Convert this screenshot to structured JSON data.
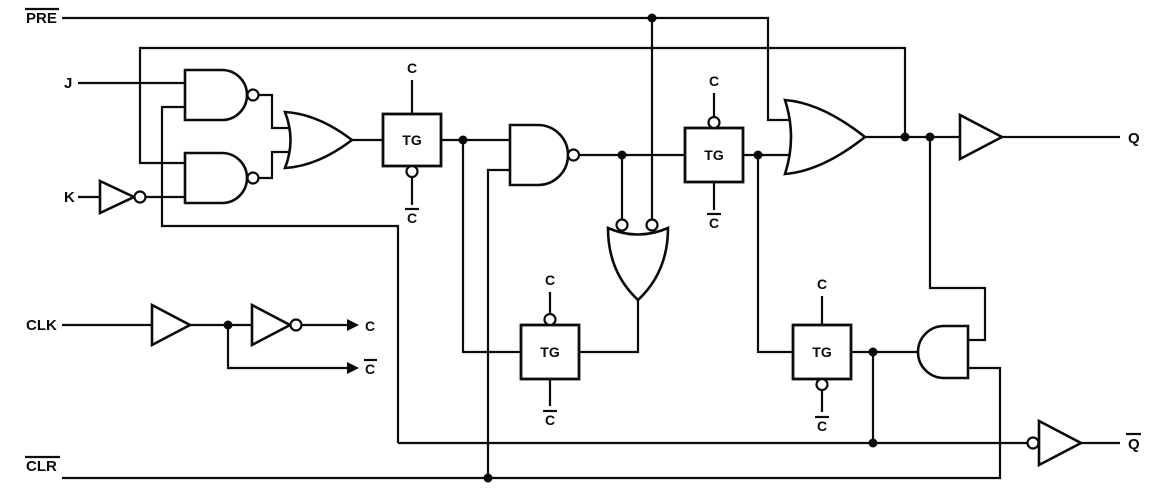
{
  "diagram": {
    "type": "logic-schematic",
    "description": "Master-slave J-K flip-flop logic diagram built from NAND gates, NOR/OR gates, buffers and four transmission gates (TG), with active-low preset (PRE) and clear (CLR).",
    "colors": {
      "line": "#0b0b0b",
      "background": "#ffffff"
    },
    "labels": {
      "pre": "PRE",
      "j": "J",
      "k": "K",
      "clk": "CLK",
      "clr": "CLR",
      "q": "Q",
      "q_bar": "Q",
      "c": "C",
      "c_bar": "C",
      "tg": "TG"
    },
    "components": [
      {
        "id": "inv-k",
        "kind": "inverter"
      },
      {
        "id": "nand-gate-j",
        "kind": "nand-gate"
      },
      {
        "id": "nand-gate-k",
        "kind": "nand-gate"
      },
      {
        "id": "or-gate-master",
        "kind": "or-gate"
      },
      {
        "id": "tg1",
        "kind": "transmission-gate"
      },
      {
        "id": "nand-gate-master",
        "kind": "nand-gate"
      },
      {
        "id": "nor-gate-preset",
        "kind": "or-gate-inverted-inputs"
      },
      {
        "id": "tg3",
        "kind": "transmission-gate"
      },
      {
        "id": "tg2",
        "kind": "transmission-gate"
      },
      {
        "id": "or-gate-output",
        "kind": "or-gate"
      },
      {
        "id": "buffer-q",
        "kind": "buffer"
      },
      {
        "id": "tg4",
        "kind": "transmission-gate"
      },
      {
        "id": "and-gate-slave",
        "kind": "and-gate"
      },
      {
        "id": "inverter-qbar",
        "kind": "inverter"
      },
      {
        "id": "buffer-clk",
        "kind": "buffer"
      },
      {
        "id": "inverter-clk",
        "kind": "inverter"
      }
    ]
  }
}
